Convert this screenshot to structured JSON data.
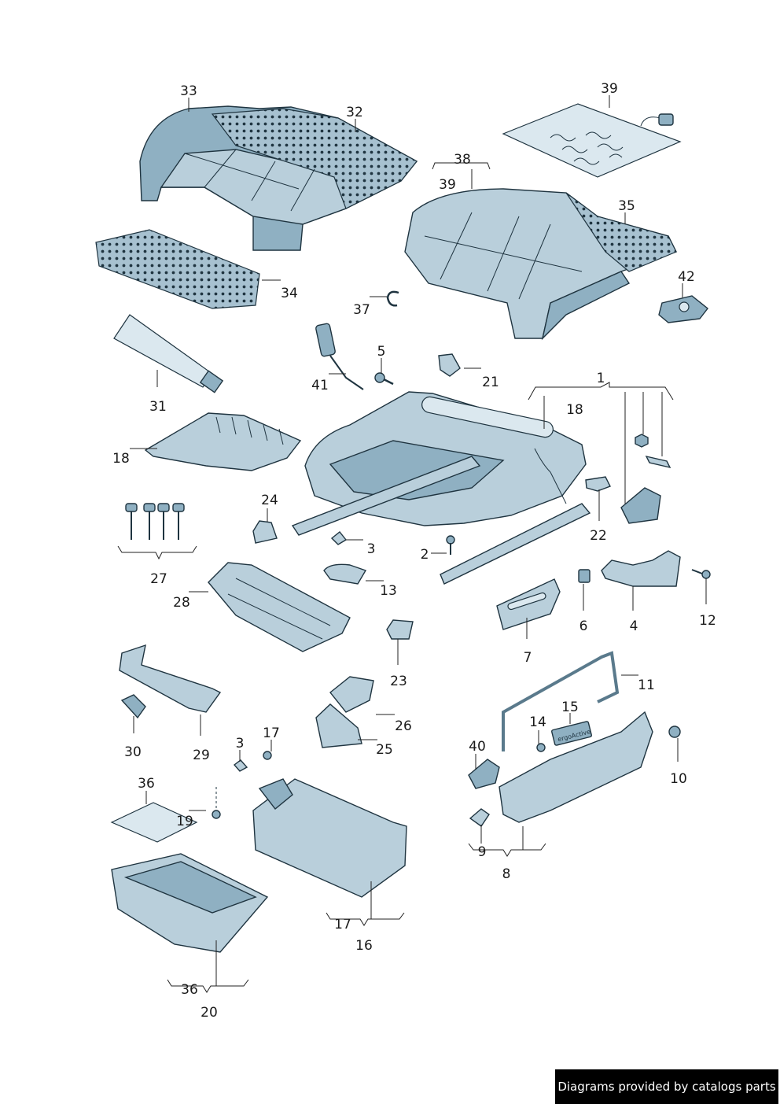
{
  "callouts": [
    {
      "id": "c33",
      "text": "33"
    },
    {
      "id": "c32",
      "text": "32"
    },
    {
      "id": "c39a",
      "text": "39"
    },
    {
      "id": "c38",
      "text": "38"
    },
    {
      "id": "c39b",
      "text": "39"
    },
    {
      "id": "c35",
      "text": "35"
    },
    {
      "id": "c34",
      "text": "34"
    },
    {
      "id": "c42",
      "text": "42"
    },
    {
      "id": "c37",
      "text": "37"
    },
    {
      "id": "c31",
      "text": "31"
    },
    {
      "id": "c5",
      "text": "5"
    },
    {
      "id": "c41",
      "text": "41"
    },
    {
      "id": "c21",
      "text": "21"
    },
    {
      "id": "c1",
      "text": "1"
    },
    {
      "id": "c18a",
      "text": "18"
    },
    {
      "id": "c18b",
      "text": "18"
    },
    {
      "id": "c24",
      "text": "24"
    },
    {
      "id": "c22",
      "text": "22"
    },
    {
      "id": "c3a",
      "text": "3"
    },
    {
      "id": "c27",
      "text": "27"
    },
    {
      "id": "c2",
      "text": "2"
    },
    {
      "id": "c13",
      "text": "13"
    },
    {
      "id": "c28",
      "text": "28"
    },
    {
      "id": "c6",
      "text": "6"
    },
    {
      "id": "c4",
      "text": "4"
    },
    {
      "id": "c12",
      "text": "12"
    },
    {
      "id": "c7",
      "text": "7"
    },
    {
      "id": "c23",
      "text": "23"
    },
    {
      "id": "c11",
      "text": "11"
    },
    {
      "id": "c26",
      "text": "26"
    },
    {
      "id": "c30",
      "text": "30"
    },
    {
      "id": "c29",
      "text": "29"
    },
    {
      "id": "c15",
      "text": "15"
    },
    {
      "id": "c14",
      "text": "14"
    },
    {
      "id": "c25",
      "text": "25"
    },
    {
      "id": "c17a",
      "text": "17"
    },
    {
      "id": "c3b",
      "text": "3"
    },
    {
      "id": "c40",
      "text": "40"
    },
    {
      "id": "c10",
      "text": "10"
    },
    {
      "id": "c36a",
      "text": "36"
    },
    {
      "id": "c19",
      "text": "19"
    },
    {
      "id": "c9",
      "text": "9"
    },
    {
      "id": "c8",
      "text": "8"
    },
    {
      "id": "c17b",
      "text": "17"
    },
    {
      "id": "c16",
      "text": "16"
    },
    {
      "id": "c36b",
      "text": "36"
    },
    {
      "id": "c20",
      "text": "20"
    }
  ],
  "part15_label": "ergoActive",
  "footer": "Diagrams provided by catalogs parts",
  "colors": {
    "part_fill": "#b9cfdb",
    "part_dark": "#8fb0c2",
    "outline": "#1f3440",
    "footer_bg": "#000000"
  }
}
